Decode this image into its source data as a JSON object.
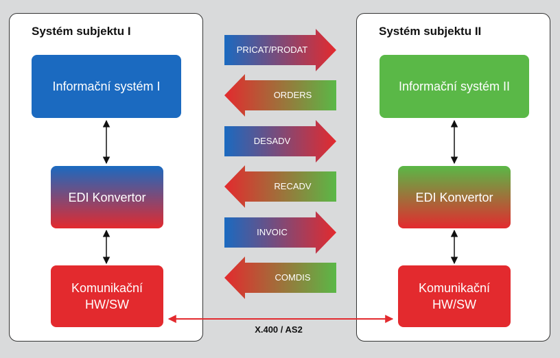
{
  "left": {
    "title": "Systém subjektu I",
    "box_info": "Informační systém I",
    "box_edi": "EDI Konvertor",
    "box_comm": "Komunikační\nHW/SW"
  },
  "right": {
    "title": "Systém subjektu II",
    "box_info": "Informační systém II",
    "box_edi": "EDI Konvertor",
    "box_comm": "Komunikační\nHW/SW"
  },
  "messages": [
    {
      "label": "PRICAT/PRODAT",
      "direction": "right"
    },
    {
      "label": "ORDERS",
      "direction": "left"
    },
    {
      "label": "DESADV",
      "direction": "right"
    },
    {
      "label": "RECADV",
      "direction": "left"
    },
    {
      "label": "INVOIC",
      "direction": "right"
    },
    {
      "label": "COMDIS",
      "direction": "left"
    }
  ],
  "link_label": "X.400 / AS2",
  "colors": {
    "blue": "#1b6ac0",
    "green": "#5ab847",
    "red": "#e32a2e",
    "background": "#d9dadb"
  }
}
